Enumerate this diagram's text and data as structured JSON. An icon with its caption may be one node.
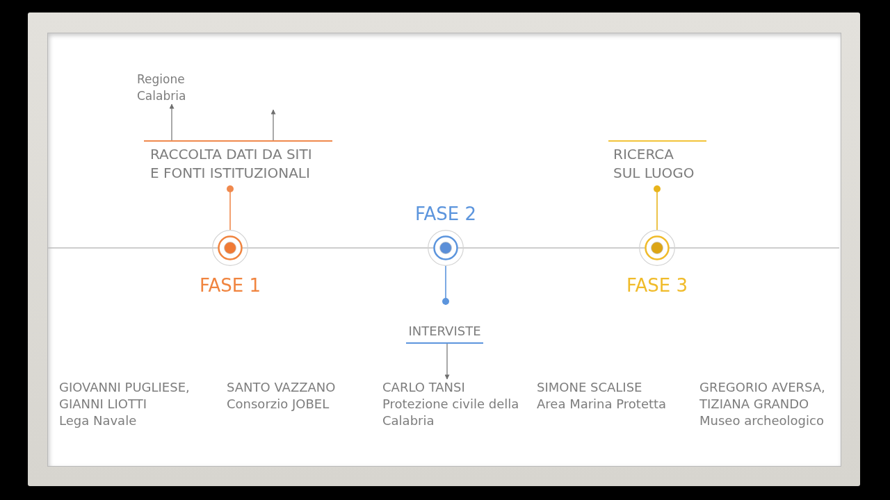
{
  "diagram": {
    "nodes": [
      {
        "text": [
          "Regione Calabria"
        ]
      },
      {
        "text": [
          "RACCOLTA DATI DA SITI E FONTI ISTITUZIONALI"
        ]
      },
      {
        "text": [
          "RICERCA SUL LUOGO"
        ]
      },
      {
        "text": [
          "FASE 1"
        ]
      },
      {
        "text": [
          "FASE 2"
        ]
      },
      {
        "text": [
          "FASE 3"
        ]
      },
      {
        "text": [
          "INTERVISTE"
        ]
      },
      {
        "text": [
          "CARLO TANSI",
          "Protezione civile della Calabria"
        ]
      }
    ],
    "edges": [
      {
        "from": 1,
        "to": 0,
        "arrow": "to"
      },
      {
        "from": 1,
        "to": null,
        "arrow": "to"
      },
      {
        "from": 3,
        "to": 1,
        "arrow": "other",
        "color": "#f0894d"
      },
      {
        "from": 4,
        "to": 6,
        "arrow": "other",
        "color": "#5c95dd"
      },
      {
        "from": 5,
        "to": 2,
        "arrow": "other",
        "color": "#e8b41c"
      },
      {
        "from": 6,
        "to": 7,
        "arrow": "to"
      }
    ],
    "labels": [
      "GIOVANNI PUGLIESE, GIANNI LIOTTI",
      "Lega Navale",
      "SANTO VAZZANO",
      "Consorzio JOBEL",
      "SIMONE SCALISE",
      "Area Marina Protetta",
      "GREGORIO AVERSA, TIZIANA GRANDO",
      "Museo archeologico"
    ]
  }
}
